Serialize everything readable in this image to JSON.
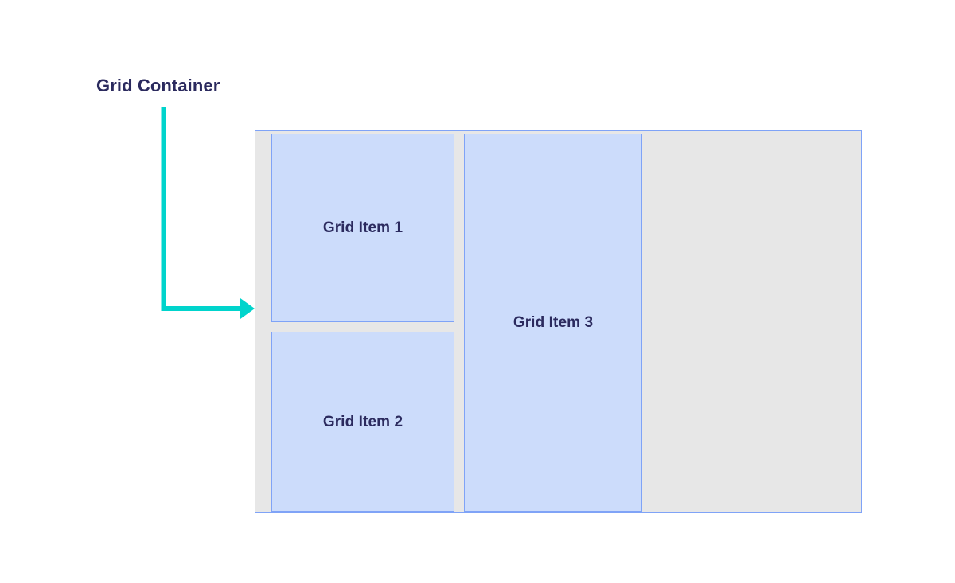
{
  "diagram": {
    "type": "css-grid-illustration",
    "title": "Grid Container",
    "callout": {
      "label": "Grid Container",
      "arrow_icon": "elbow-arrow-right-icon",
      "color": "#00d4cc",
      "points_to": "grid-container"
    },
    "container": {
      "name": "grid-container",
      "fill_color": "#e7e7e7",
      "border_color": "#7fa3f7"
    },
    "items": [
      {
        "label": "Grid Item 1",
        "column": 1,
        "row": 1,
        "fill_color": "#ccdcfb",
        "border_color": "#7fa3f7"
      },
      {
        "label": "Grid Item 2",
        "column": 1,
        "row": 2,
        "fill_color": "#ccdcfb",
        "border_color": "#7fa3f7"
      },
      {
        "label": "Grid Item 3",
        "column": 2,
        "row": "1 / span 2",
        "fill_color": "#ccdcfb",
        "border_color": "#7fa3f7"
      }
    ],
    "colors": {
      "text": "#2b2a5e",
      "accent": "#00d4cc",
      "item_fill": "#ccdcfb",
      "item_border": "#7fa3f7",
      "container_fill": "#e7e7e7",
      "background": "#ffffff"
    }
  }
}
